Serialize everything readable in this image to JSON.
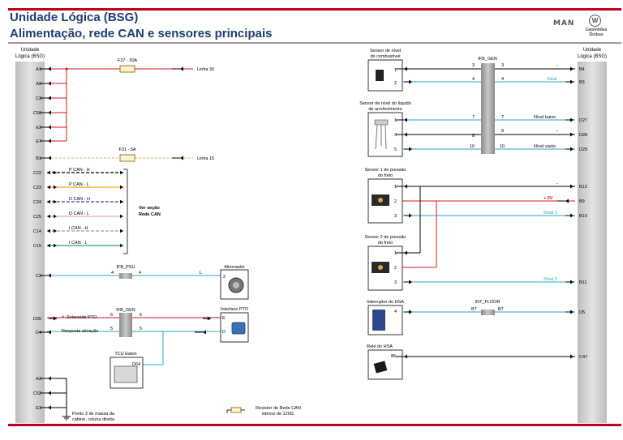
{
  "header": {
    "title_line1": "Unidade Lógica (BSG)",
    "title_line2": "Alimentação, rede CAN e sensores principais",
    "logo_text": "MAN",
    "logo_sub1": "Caminhões",
    "logo_sub2": "Ônibus",
    "logo_icon": "vw-logo-icon"
  },
  "colors": {
    "power": "#d8151c",
    "signal": "#2aa7c9",
    "ground": "#000000",
    "can_p_h": "#000000",
    "can_p_l": "#f0a020",
    "can_d_h": "#6b2fa0",
    "can_d_l": "#e8a0e8",
    "can_i_h": "#9b9b9b",
    "can_i_l": "#27a35a",
    "line15": "#f0a080",
    "accent": "#c0001a",
    "title": "#1f3c73"
  },
  "left": {
    "column_title_1": "Unidade",
    "column_title_2": "Lógica (BSG)",
    "pins": [
      "A1",
      "A9",
      "C3",
      "C50",
      "E3",
      "E7",
      "B1",
      "C22",
      "C23",
      "C24",
      "C25",
      "C14",
      "C15",
      "C2",
      "D35",
      "D4",
      "A3",
      "C52",
      "E1"
    ],
    "fuse1": "F37 - 30A",
    "fuse1_line": "Linha 30",
    "fuse2": "F31 - 5A",
    "fuse2_line": "Linha 15",
    "can_labels": [
      "P CAN - H",
      "P CAN - L",
      "D CAN - H",
      "D CAN - L",
      "I CAN - H",
      "I CAN - L"
    ],
    "can_note_1": "Ver seção",
    "can_note_2": "Rede CAN",
    "ifb_psu": "IFB_PSU",
    "psu_pin_in": "4",
    "psu_pin_out": "4",
    "alt_label": "Alternador",
    "alt_pin_l": "L",
    "alt_pin_2": "2",
    "ifb_gen": "IFB_GEN",
    "gen_pins": [
      "6",
      "6",
      "5",
      "5"
    ],
    "solenoid_label": "Solenoide PTO",
    "solenoid_plus": "+",
    "resp_label": "Resposta ativação",
    "pto_label": "Interface PTO",
    "pto_pin_e": "E",
    "pto_pin_d": "D",
    "tcu_label": "TCU Eaton",
    "tcu_pin": "D64",
    "ground_note_1": "Ponto 3 de massa da",
    "ground_note_2": "cabine, coluna direita",
    "resistor_note_1": "Resistor de Rede CAN",
    "resistor_note_2": "interno de 120Ω."
  },
  "right": {
    "column_title_1": "Unidade",
    "column_title_2": "Lógica (BSG)",
    "pins": [
      "B4",
      "B3",
      "D27",
      "D28",
      "D29",
      "B12",
      "B9",
      "B10",
      "B11",
      "D5",
      "C47"
    ],
    "ifb_gen": "IFB_GEN",
    "fuel_sensor_1": "Sensor de nível",
    "fuel_sensor_2": "do combustível",
    "fuel_pins": [
      "1",
      "2"
    ],
    "gen_pins_left": [
      "3",
      "4",
      "7",
      "8",
      "10"
    ],
    "gen_pins_right": [
      "3",
      "4",
      "7",
      "8",
      "10"
    ],
    "fuel_minus": "-",
    "fuel_signal": "Sinal",
    "coolant_1": "Sensor de nível do líquido",
    "coolant_2": "de arrefecimento",
    "coolant_pins": [
      "1",
      "3",
      "5"
    ],
    "coolant_low": "Nível baixo",
    "coolant_minus": "-",
    "coolant_empty": "Nível vazio",
    "press1_1": "Sensor 1 de pressão",
    "press1_2": "do freio",
    "press1_pins": [
      "1",
      "2",
      "3"
    ],
    "press_minus": "-",
    "press_plus5": "+ 5V",
    "signal1": "Sinal 1",
    "press2_1": "Sensor 2 de pressão",
    "press2_2": "do freio",
    "press2_pins": [
      "1",
      "2",
      "3"
    ],
    "signal2": "Sinal 2",
    "hsa_switch": "Interruptor do HSA",
    "hsa_pin": "4",
    "int_floor": "INT_FLOOR",
    "floor_pin_in": "B7",
    "floor_pin_out": "B7",
    "hsa_relay": "Relé do HSA",
    "relay_pin": "86"
  }
}
